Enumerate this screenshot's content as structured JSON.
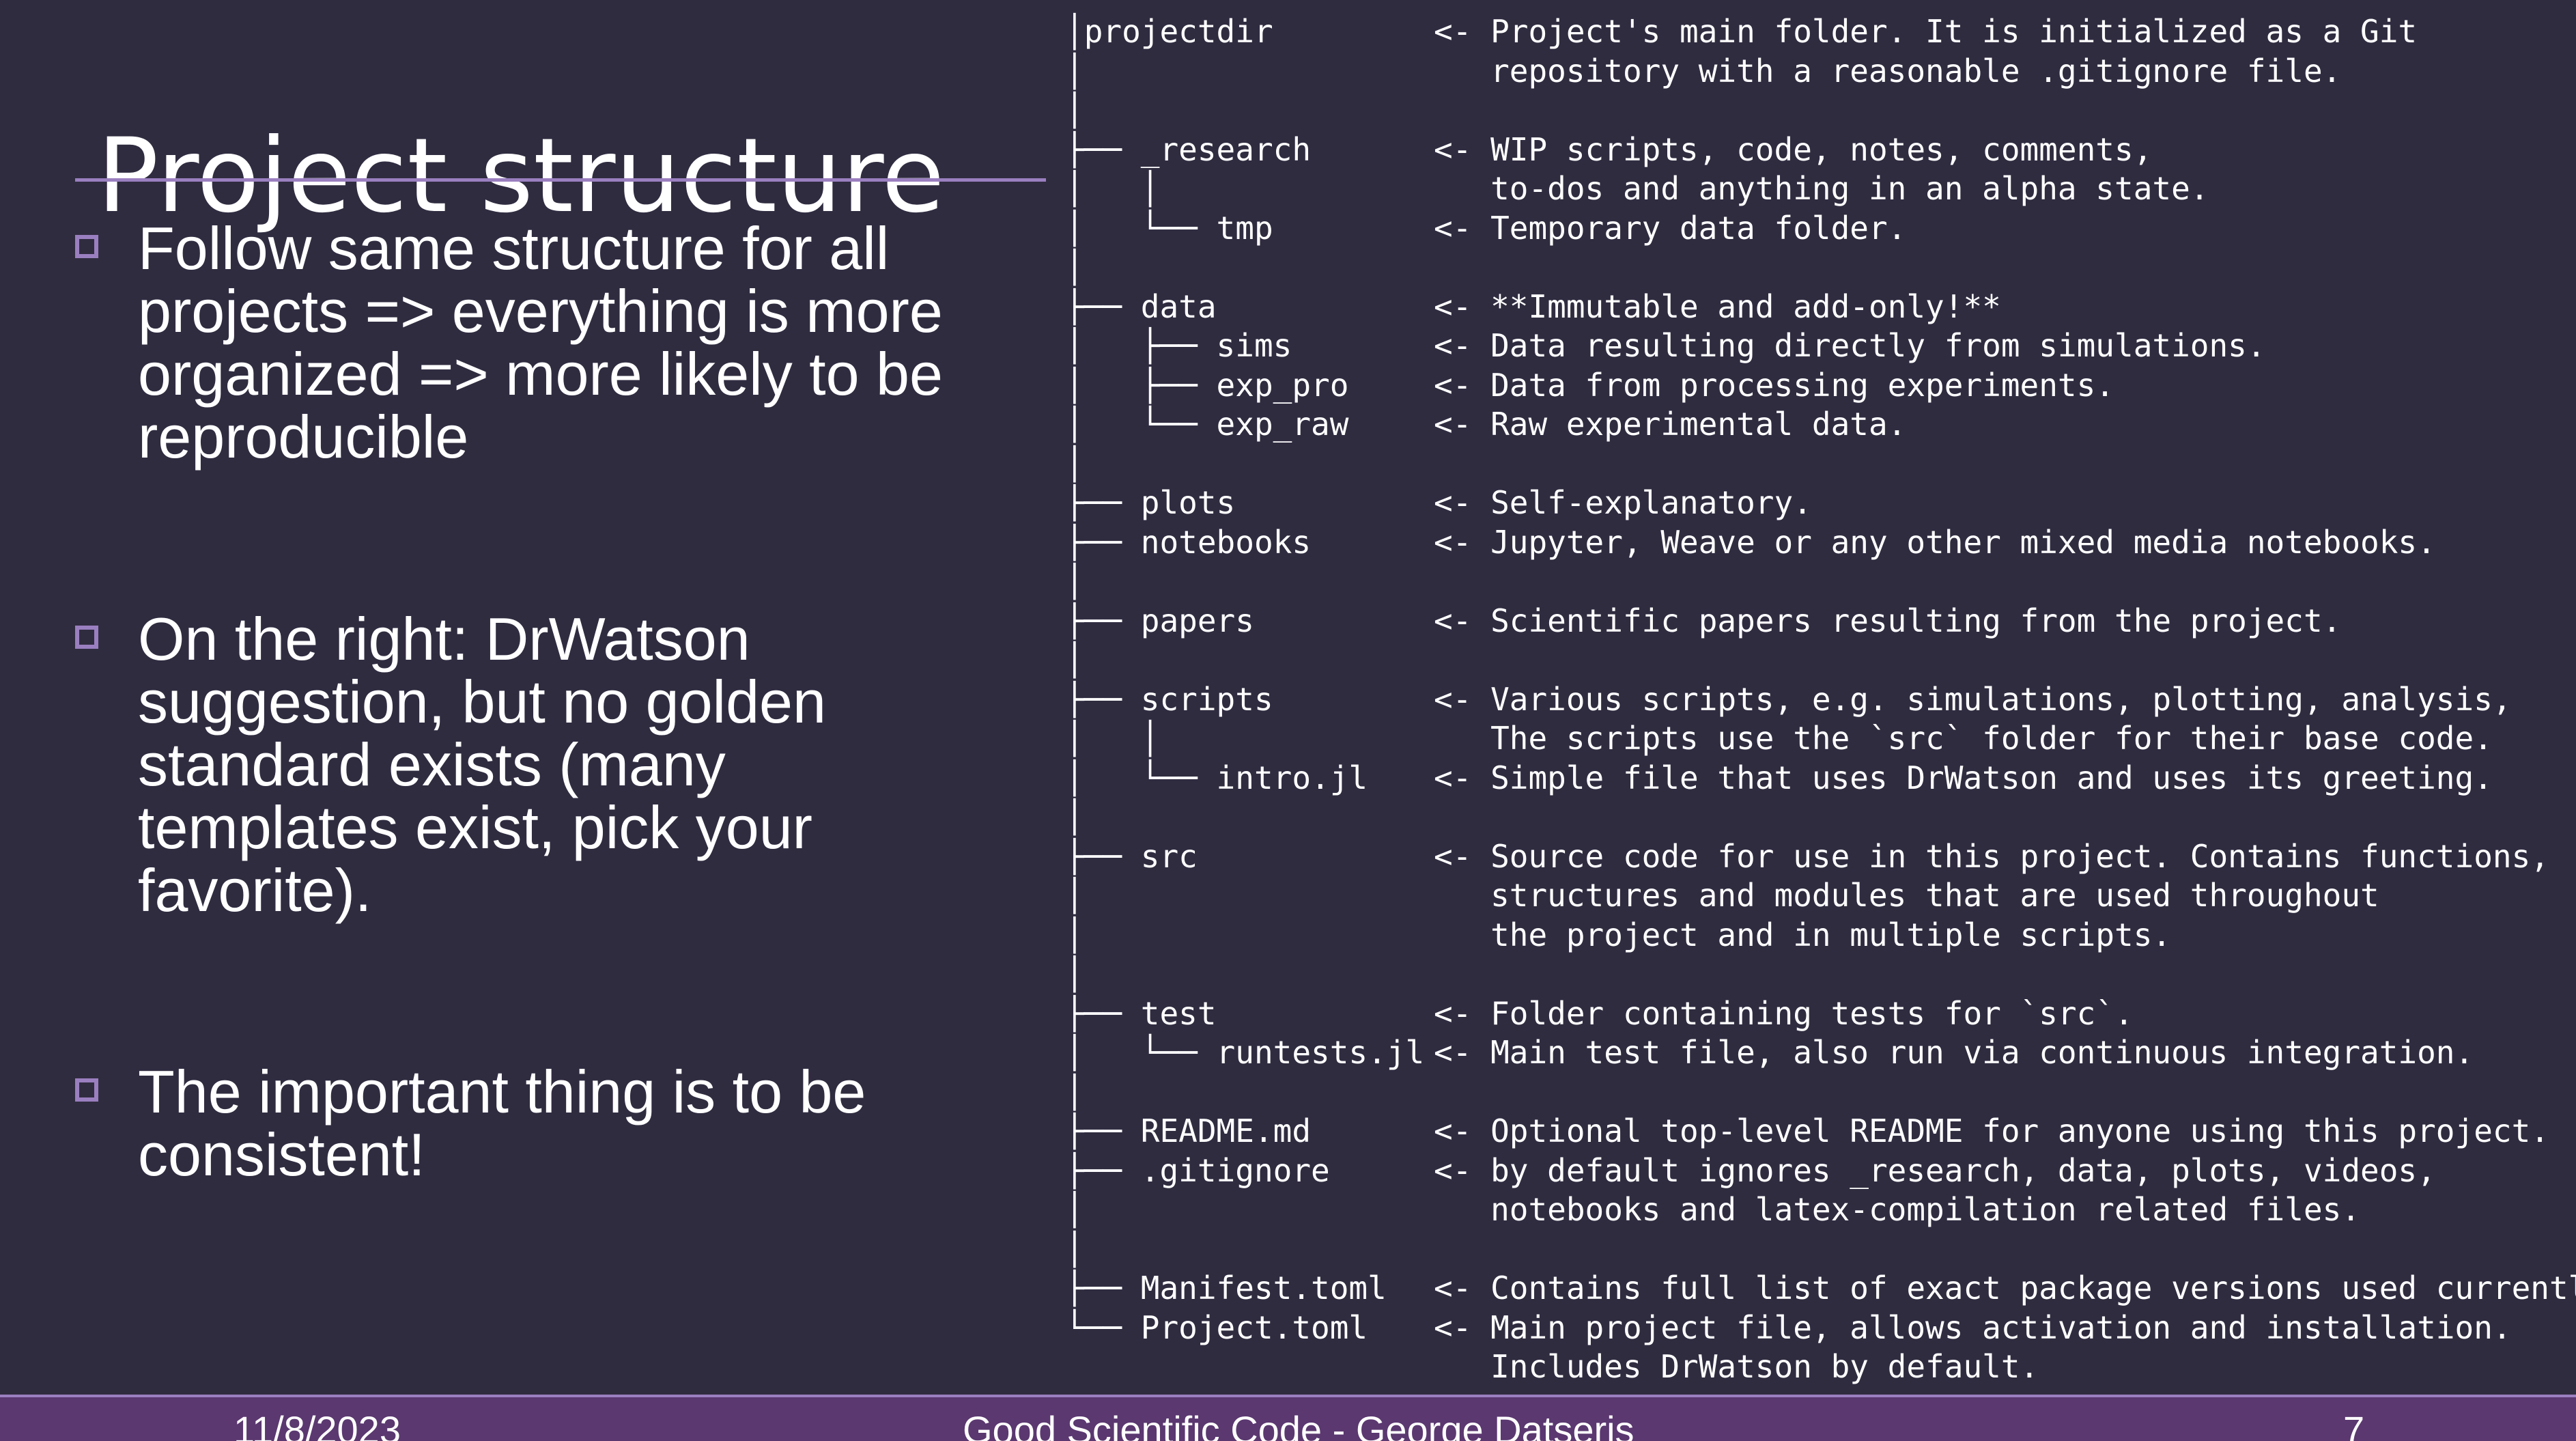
{
  "slide": {
    "title": "Project structure",
    "accent_color": "#9a7fc0",
    "background_color": "#302c40",
    "footer_color": "#5b3870"
  },
  "bullets": [
    {
      "text": "Follow same structure for all\nprojects => everything is more\norganized => more likely to be\nreproducible"
    },
    {
      "text": "On the right: DrWatson\nsuggestion, but no golden\nstandard exists (many\ntemplates exist, pick your\nfavorite)."
    },
    {
      "text": "The important thing is to be\nconsistent!"
    }
  ],
  "tree": [
    {
      "name": "│projectdir",
      "desc": "<- Project's main folder. It is initialized as a Git"
    },
    {
      "name": "│",
      "desc": "   repository with a reasonable .gitignore file."
    },
    {
      "name": "│",
      "desc": ""
    },
    {
      "name": "├── _research",
      "desc": "<- WIP scripts, code, notes, comments,"
    },
    {
      "name": "│   │",
      "desc": "   to-dos and anything in an alpha state."
    },
    {
      "name": "│   └── tmp",
      "desc": "<- Temporary data folder."
    },
    {
      "name": "│",
      "desc": ""
    },
    {
      "name": "├── data",
      "desc": "<- **Immutable and add-only!**"
    },
    {
      "name": "│   ├── sims",
      "desc": "<- Data resulting directly from simulations."
    },
    {
      "name": "│   ├── exp_pro",
      "desc": "<- Data from processing experiments."
    },
    {
      "name": "│   └── exp_raw",
      "desc": "<- Raw experimental data."
    },
    {
      "name": "│",
      "desc": ""
    },
    {
      "name": "├── plots",
      "desc": "<- Self-explanatory."
    },
    {
      "name": "├── notebooks",
      "desc": "<- Jupyter, Weave or any other mixed media notebooks."
    },
    {
      "name": "│",
      "desc": ""
    },
    {
      "name": "├── papers",
      "desc": "<- Scientific papers resulting from the project."
    },
    {
      "name": "│",
      "desc": ""
    },
    {
      "name": "├── scripts",
      "desc": "<- Various scripts, e.g. simulations, plotting, analysis,"
    },
    {
      "name": "│   │",
      "desc": "   The scripts use the `src` folder for their base code."
    },
    {
      "name": "│   └── intro.jl",
      "desc": "<- Simple file that uses DrWatson and uses its greeting."
    },
    {
      "name": "│",
      "desc": ""
    },
    {
      "name": "├── src",
      "desc": "<- Source code for use in this project. Contains functions,"
    },
    {
      "name": "│",
      "desc": "   structures and modules that are used throughout"
    },
    {
      "name": "│",
      "desc": "   the project and in multiple scripts."
    },
    {
      "name": "│",
      "desc": ""
    },
    {
      "name": "├── test",
      "desc": "<- Folder containing tests for `src`."
    },
    {
      "name": "│   └── runtests.jl",
      "desc": "<- Main test file, also run via continuous integration."
    },
    {
      "name": "│",
      "desc": ""
    },
    {
      "name": "├── README.md",
      "desc": "<- Optional top-level README for anyone using this project."
    },
    {
      "name": "├── .gitignore",
      "desc": "<- by default ignores _research, data, plots, videos,"
    },
    {
      "name": "│",
      "desc": "   notebooks and latex-compilation related files."
    },
    {
      "name": "│",
      "desc": ""
    },
    {
      "name": "├── Manifest.toml",
      "desc": "<- Contains full list of exact package versions used currently."
    },
    {
      "name": "└── Project.toml",
      "desc": "<- Main project file, allows activation and installation."
    },
    {
      "name": "",
      "desc": "   Includes DrWatson by default."
    }
  ],
  "footer": {
    "date": "11/8/2023",
    "center": "Good Scientific Code - George Datseris",
    "page": "7"
  }
}
